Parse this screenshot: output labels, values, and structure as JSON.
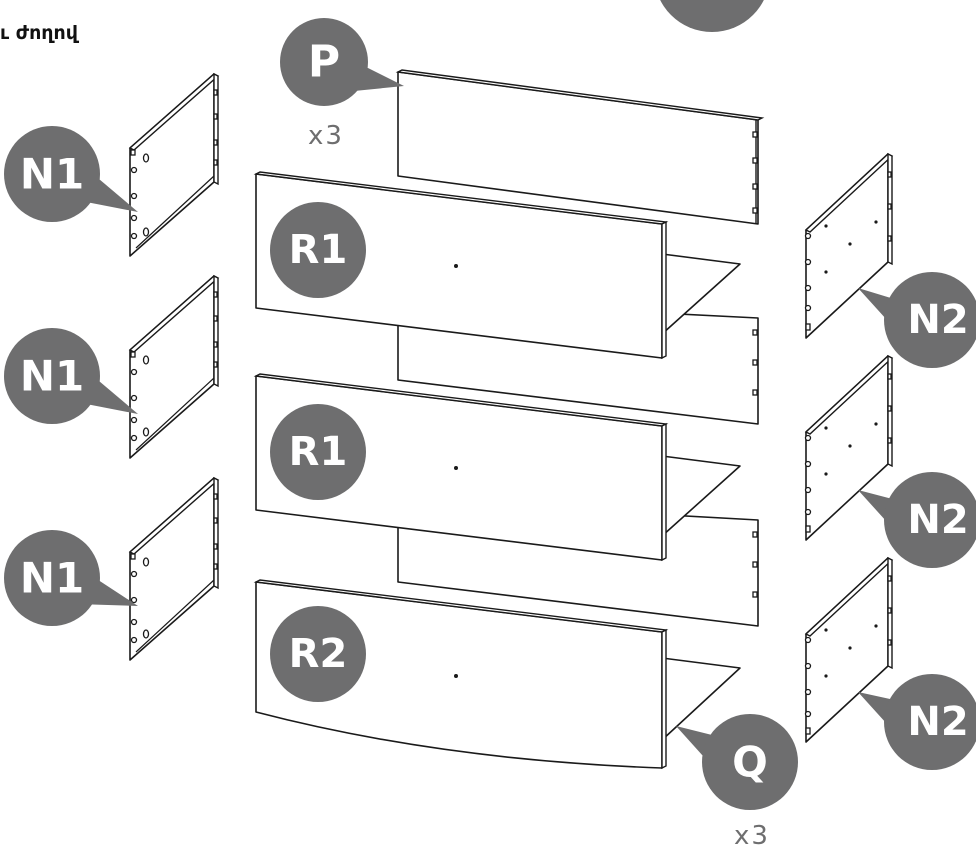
{
  "caption": "ւ ժողով",
  "badges": {
    "p": "P",
    "n1_a": "N1",
    "n1_b": "N1",
    "n1_c": "N1",
    "r1_a": "R1",
    "r1_b": "R1",
    "r2": "R2",
    "n2_a": "N2",
    "n2_b": "N2",
    "n2_c": "N2",
    "q": "Q"
  },
  "quantities": {
    "p": "x3",
    "q": "x3"
  },
  "colors": {
    "badge": "#6e6e6f",
    "line": "#1a1a1a"
  }
}
